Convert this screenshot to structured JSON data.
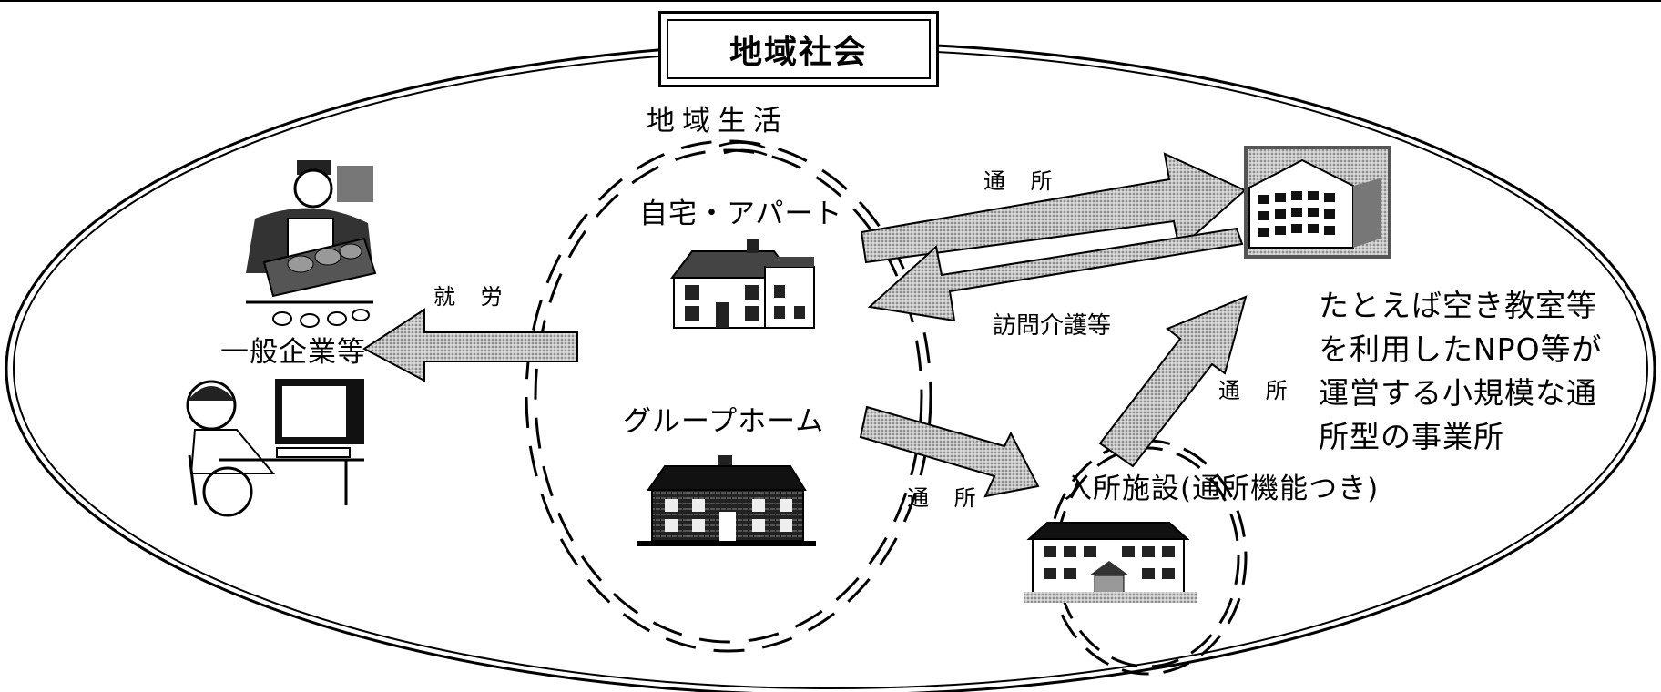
{
  "title": "地域社会",
  "region_label": "地域生活",
  "nodes": {
    "home": "自宅・アパート",
    "group_home": "グループホーム",
    "facility": "入所施設(通所機能つき)",
    "company": "一般企業等"
  },
  "arrows": {
    "commute_top": "通 所",
    "home_visit": "訪問介護等",
    "employment": "就 労",
    "commute_bottom": "通 所",
    "commute_facility": "通 所"
  },
  "note_lines": [
    "たとえば空き教室等",
    "を利用したNPO等が",
    "運営する小規模な通",
    "所型の事業所"
  ],
  "icons": [
    "baker-icon",
    "wheelchair-computer-icon",
    "house-icon",
    "large-house-icon",
    "office-building-icon",
    "facility-building-icon"
  ]
}
